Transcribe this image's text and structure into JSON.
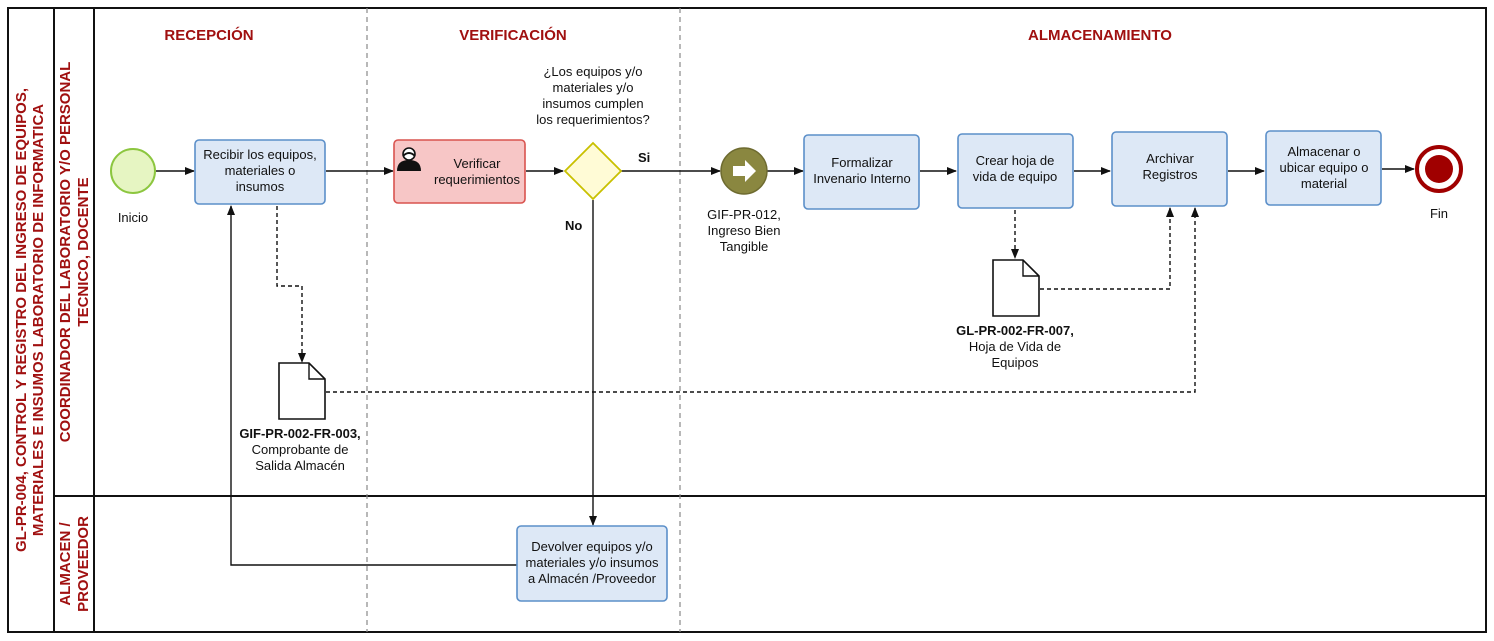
{
  "pool": {
    "title_line1": "GL-PR-004, CONTROL Y REGISTRO DEL INGRESO DE EQUIPOS,",
    "title_line2": "MATERIALES E INSUMOS LABORATORIO DE INFORMATICA"
  },
  "lanes": {
    "top_line1": "COORDINADOR DEL LABORATORIO Y/O PERSONAL",
    "top_line2": "TECNICO, DOCENTE",
    "bottom_line1": "ALMACEN /",
    "bottom_line2": "PROVEEDOR"
  },
  "phases": {
    "reception": "RECEPCIÓN",
    "verification": "VERIFICACIÓN",
    "storage": "ALMACENAMIENTO"
  },
  "events": {
    "start": "Inicio",
    "end": "Fin"
  },
  "tasks": {
    "receive": [
      "Recibir los equipos,",
      "materiales o",
      "insumos"
    ],
    "verify": [
      "Verificar",
      "requerimientos"
    ],
    "formalize": [
      "Formalizar",
      "Invenario Interno"
    ],
    "create_sheet": [
      "Crear hoja de",
      "vida de equipo"
    ],
    "archive": [
      "Archivar",
      "Registros"
    ],
    "store": [
      "Almacenar o",
      "ubicar equipo o",
      "material"
    ],
    "return": [
      "Devolver equipos y/o",
      "materiales y/o insumos",
      "a Almacén /Proveedor"
    ]
  },
  "gateway": {
    "question": [
      "¿Los equipos y/o",
      "materiales y/o",
      "insumos cumplen",
      "los requerimientos?"
    ],
    "yes": "Si",
    "no": "No"
  },
  "subprocess": {
    "label": [
      "GIF-PR-012,",
      "Ingreso Bien",
      "Tangible"
    ]
  },
  "documents": {
    "doc1_code": "GIF-PR-002-FR-003,",
    "doc1_name": [
      "Comprobante de",
      "Salida Almacén"
    ],
    "doc2_code": "GL-PR-002-FR-007,",
    "doc2_name": [
      "Hoja de Vida de",
      "Equipos"
    ]
  },
  "colors": {
    "phase_text": "#a01010",
    "task_fill": "#dde8f6",
    "task_stroke": "#5b8fc9",
    "verify_fill": "#f7c6c6",
    "verify_stroke": "#d9534f",
    "start_fill": "#e6f5c2",
    "start_stroke": "#8cc63f",
    "gateway_fill": "#fffbd6",
    "gateway_stroke": "#c9c000",
    "subprocess_fill": "#8a8740",
    "end_fill": "#a00000"
  }
}
